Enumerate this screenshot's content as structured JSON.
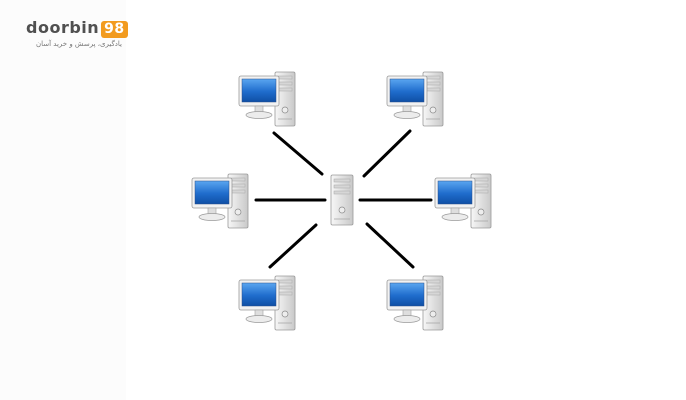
{
  "brand": {
    "logo_text": "doorbin",
    "logo_badge": "98",
    "tagline": "یادگیری، پرسش و خرید آسان",
    "badge_color": "#f29b1f",
    "text_color": "#505050"
  },
  "diagram": {
    "topology": "star",
    "hub": {
      "name": "server",
      "icon": "server-tower-icon"
    },
    "nodes": [
      {
        "name": "pc-top-left",
        "icon": "desktop-computer-icon"
      },
      {
        "name": "pc-top-right",
        "icon": "desktop-computer-icon"
      },
      {
        "name": "pc-middle-left",
        "icon": "desktop-computer-icon"
      },
      {
        "name": "pc-middle-right",
        "icon": "desktop-computer-icon"
      },
      {
        "name": "pc-bottom-left",
        "icon": "desktop-computer-icon"
      },
      {
        "name": "pc-bottom-right",
        "icon": "desktop-computer-icon"
      }
    ],
    "colors": {
      "link": "#000000",
      "screen": "#1f6ccc",
      "case": "#e2e2e2",
      "bezel": "#f2f2f2"
    }
  }
}
